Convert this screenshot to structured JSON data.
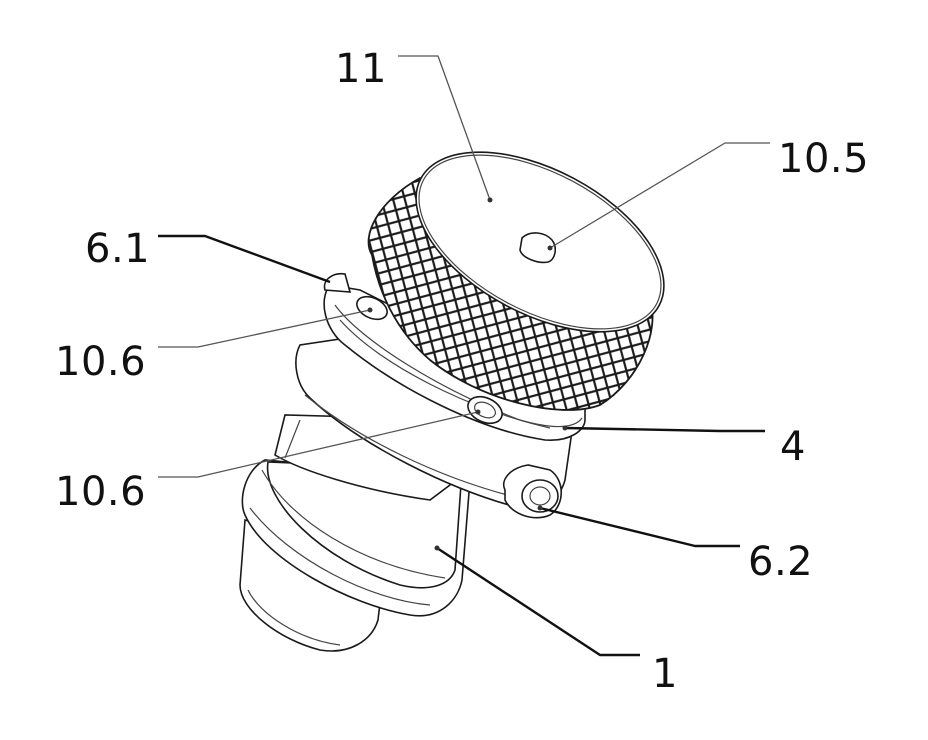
{
  "figure": {
    "labels": {
      "top_cap": "11",
      "cap_hole": "10.5",
      "upper_pin": "6.1",
      "screw_upper": "10.6",
      "screw_lower": "10.6",
      "ring": "4",
      "side_pin": "6.2",
      "body": "1"
    },
    "colors": {
      "line": "#1a1a1a",
      "background": "#ffffff"
    }
  }
}
